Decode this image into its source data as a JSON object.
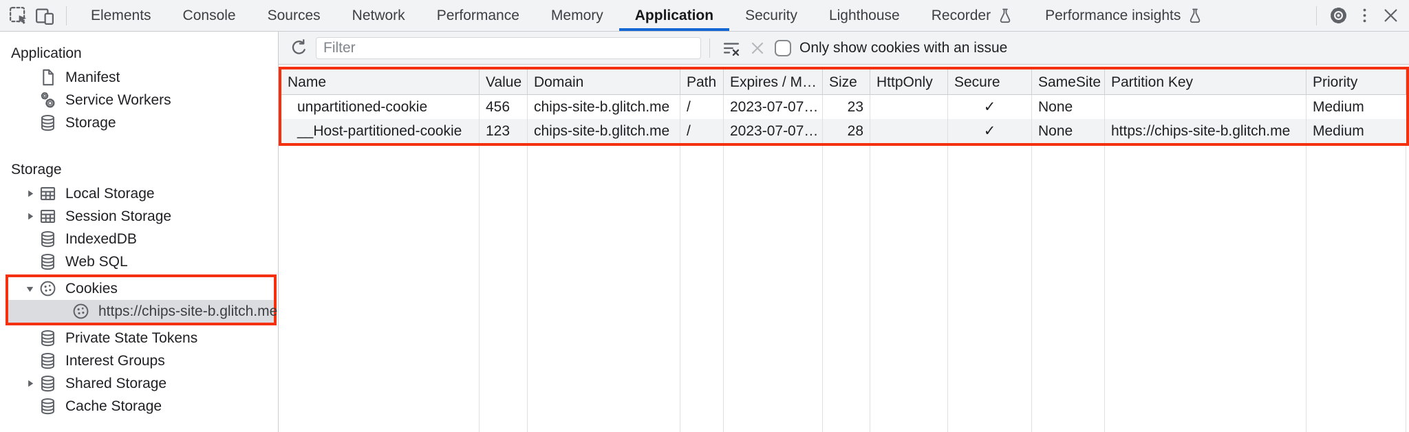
{
  "window": {
    "tabs": [
      {
        "label": "Elements"
      },
      {
        "label": "Console"
      },
      {
        "label": "Sources"
      },
      {
        "label": "Network"
      },
      {
        "label": "Performance"
      },
      {
        "label": "Memory"
      },
      {
        "label": "Application",
        "selected": true
      },
      {
        "label": "Security"
      },
      {
        "label": "Lighthouse"
      },
      {
        "label": "Recorder",
        "flask": true
      },
      {
        "label": "Performance insights",
        "flask": true
      }
    ],
    "left_icons": [
      {
        "name": "inspect-icon",
        "glyph": "inspect"
      },
      {
        "name": "device-toolbar-icon",
        "glyph": "device"
      }
    ],
    "right_icons": [
      {
        "name": "settings-gear-icon",
        "glyph": "gear"
      },
      {
        "name": "more-menu-icon",
        "glyph": "kebab"
      },
      {
        "name": "close-icon",
        "glyph": "close"
      }
    ]
  },
  "sidebar": {
    "sections": [
      {
        "header": "Application",
        "items": [
          {
            "label": "Manifest",
            "icon": "file"
          },
          {
            "label": "Service Workers",
            "icon": "gears"
          },
          {
            "label": "Storage",
            "icon": "database"
          }
        ]
      },
      {
        "header": "Storage",
        "items": [
          {
            "label": "Local Storage",
            "icon": "table",
            "arrow": "collapsed"
          },
          {
            "label": "Session Storage",
            "icon": "table",
            "arrow": "collapsed"
          },
          {
            "label": "IndexedDB",
            "icon": "database"
          },
          {
            "label": "Web SQL",
            "icon": "database"
          },
          {
            "label": "Cookies",
            "icon": "cookie",
            "arrow": "expanded",
            "red_box": true
          },
          {
            "label": "https://chips-site-b.glitch.me",
            "icon": "cookie",
            "level": 2,
            "selected": true,
            "red_box": true
          },
          {
            "label": "Private State Tokens",
            "icon": "database"
          },
          {
            "label": "Interest Groups",
            "icon": "database"
          },
          {
            "label": "Shared Storage",
            "icon": "database",
            "arrow": "collapsed"
          },
          {
            "label": "Cache Storage",
            "icon": "database"
          }
        ]
      }
    ]
  },
  "toolbar": {
    "refresh_icon": "refresh",
    "filter_placeholder": "Filter",
    "filter_value": "",
    "clear_filter_icon": "clear-filter",
    "clear_icon": "x-small",
    "checkbox_label": "Only show cookies with an issue",
    "checkbox_checked": false
  },
  "cookie_table": {
    "columns": [
      "Name",
      "Value",
      "Domain",
      "Path",
      "Expires / M…",
      "Size",
      "HttpOnly",
      "Secure",
      "SameSite",
      "Partition Key",
      "Priority"
    ],
    "column_keys": [
      "name",
      "value",
      "domain",
      "path",
      "expires",
      "size",
      "httponly",
      "secure",
      "samesite",
      "partition-key",
      "priority"
    ],
    "rows": [
      [
        "unpartitioned-cookie",
        "456",
        "chips-site-b.glitch.me",
        "/",
        "2023-07-07…",
        "23",
        "",
        "✓",
        "None",
        "",
        "Medium"
      ],
      [
        "__Host-partitioned-cookie",
        "123",
        "chips-site-b.glitch.me",
        "/",
        "2023-07-07…",
        "28",
        "",
        "✓",
        "None",
        "https://chips-site-b.glitch.me",
        "Medium"
      ]
    ]
  },
  "colors": {
    "accent_blue": "#1567d3",
    "highlight_red": "#f5300e",
    "selected_item_bg": "#dadce0",
    "toolbar_bg": "#f2f3f4",
    "row_stripe": "#f1f3f4",
    "icon_gray": "#5f6368",
    "text": "#202124",
    "border": "#c9ccd0"
  }
}
